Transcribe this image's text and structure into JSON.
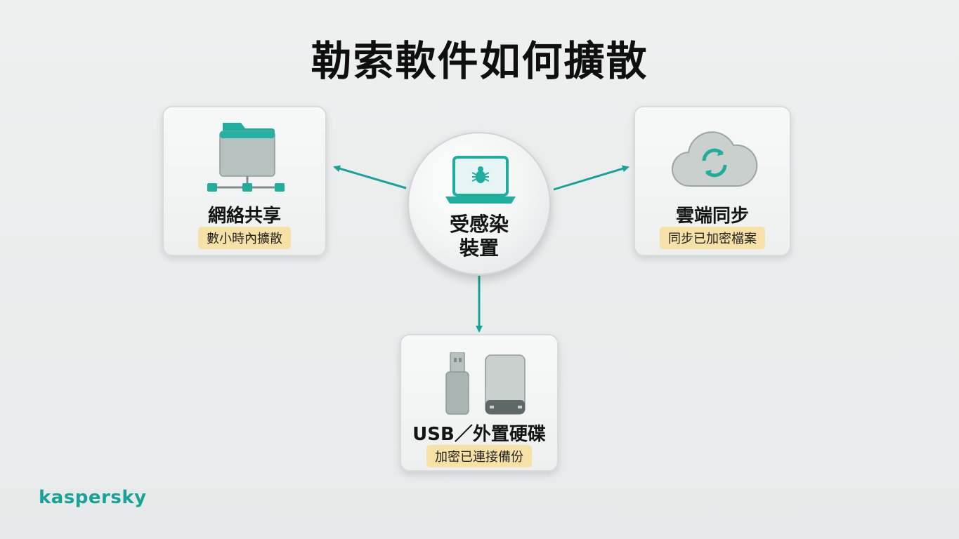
{
  "title": "勒索軟件如何擴散",
  "center": {
    "line1": "受感染",
    "line2": "裝置",
    "icon": "infected-laptop-bug-icon"
  },
  "nodes": {
    "network": {
      "label": "網絡共享",
      "badge": "數小時內擴散",
      "icon": "network-folder-icon"
    },
    "cloud": {
      "label": "雲端同步",
      "badge": "同步已加密檔案",
      "icon": "cloud-sync-icon"
    },
    "usb": {
      "label": "USB／外置硬碟",
      "badge": "加密已連接備份",
      "icon": "usb-drive-icon"
    }
  },
  "brand": "kaspersky",
  "colors": {
    "accent": "#17a398",
    "badge": "#f6e2a6",
    "background": "#e9ecec"
  }
}
